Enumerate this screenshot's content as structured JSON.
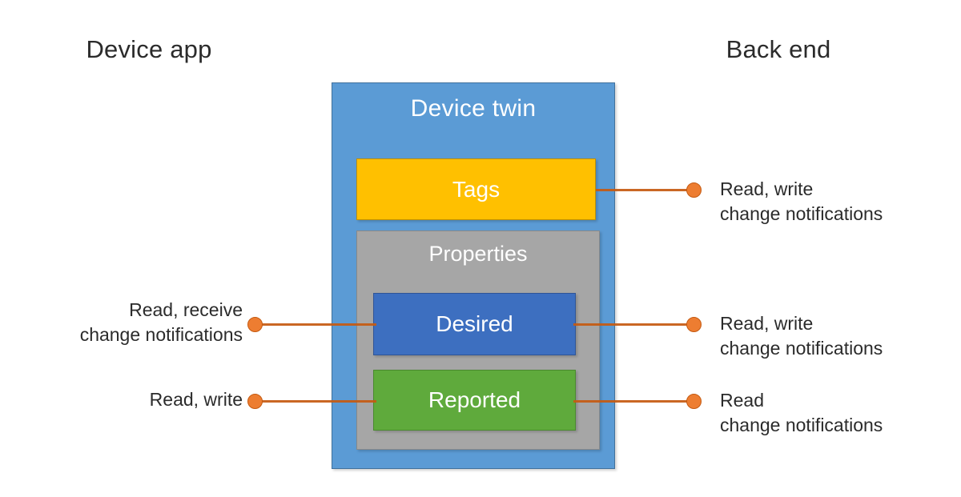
{
  "diagram": {
    "title": "Device twin",
    "columns": {
      "left_heading": "Device app",
      "right_heading": "Back end"
    },
    "boxes": {
      "device_twin": {
        "label": "Device twin",
        "color": "#5b9bd5"
      },
      "tags": {
        "label": "Tags",
        "color": "#ffc000"
      },
      "properties": {
        "label": "Properties",
        "color": "#a6a6a6"
      },
      "desired": {
        "label": "Desired",
        "color": "#3d6fc0"
      },
      "reported": {
        "label": "Reported",
        "color": "#5faa3c"
      }
    },
    "connector_color": "#ed7d31",
    "captions": {
      "left_desired_line1": "Read, receive",
      "left_desired_line2": "change notifications",
      "left_reported_line1": "Read, write",
      "right_tags_line1": "Read, write",
      "right_tags_line2": "change notifications",
      "right_desired_line1": "Read, write",
      "right_desired_line2": "change notifications",
      "right_reported_line1": "Read",
      "right_reported_line2": "change notifications"
    }
  }
}
